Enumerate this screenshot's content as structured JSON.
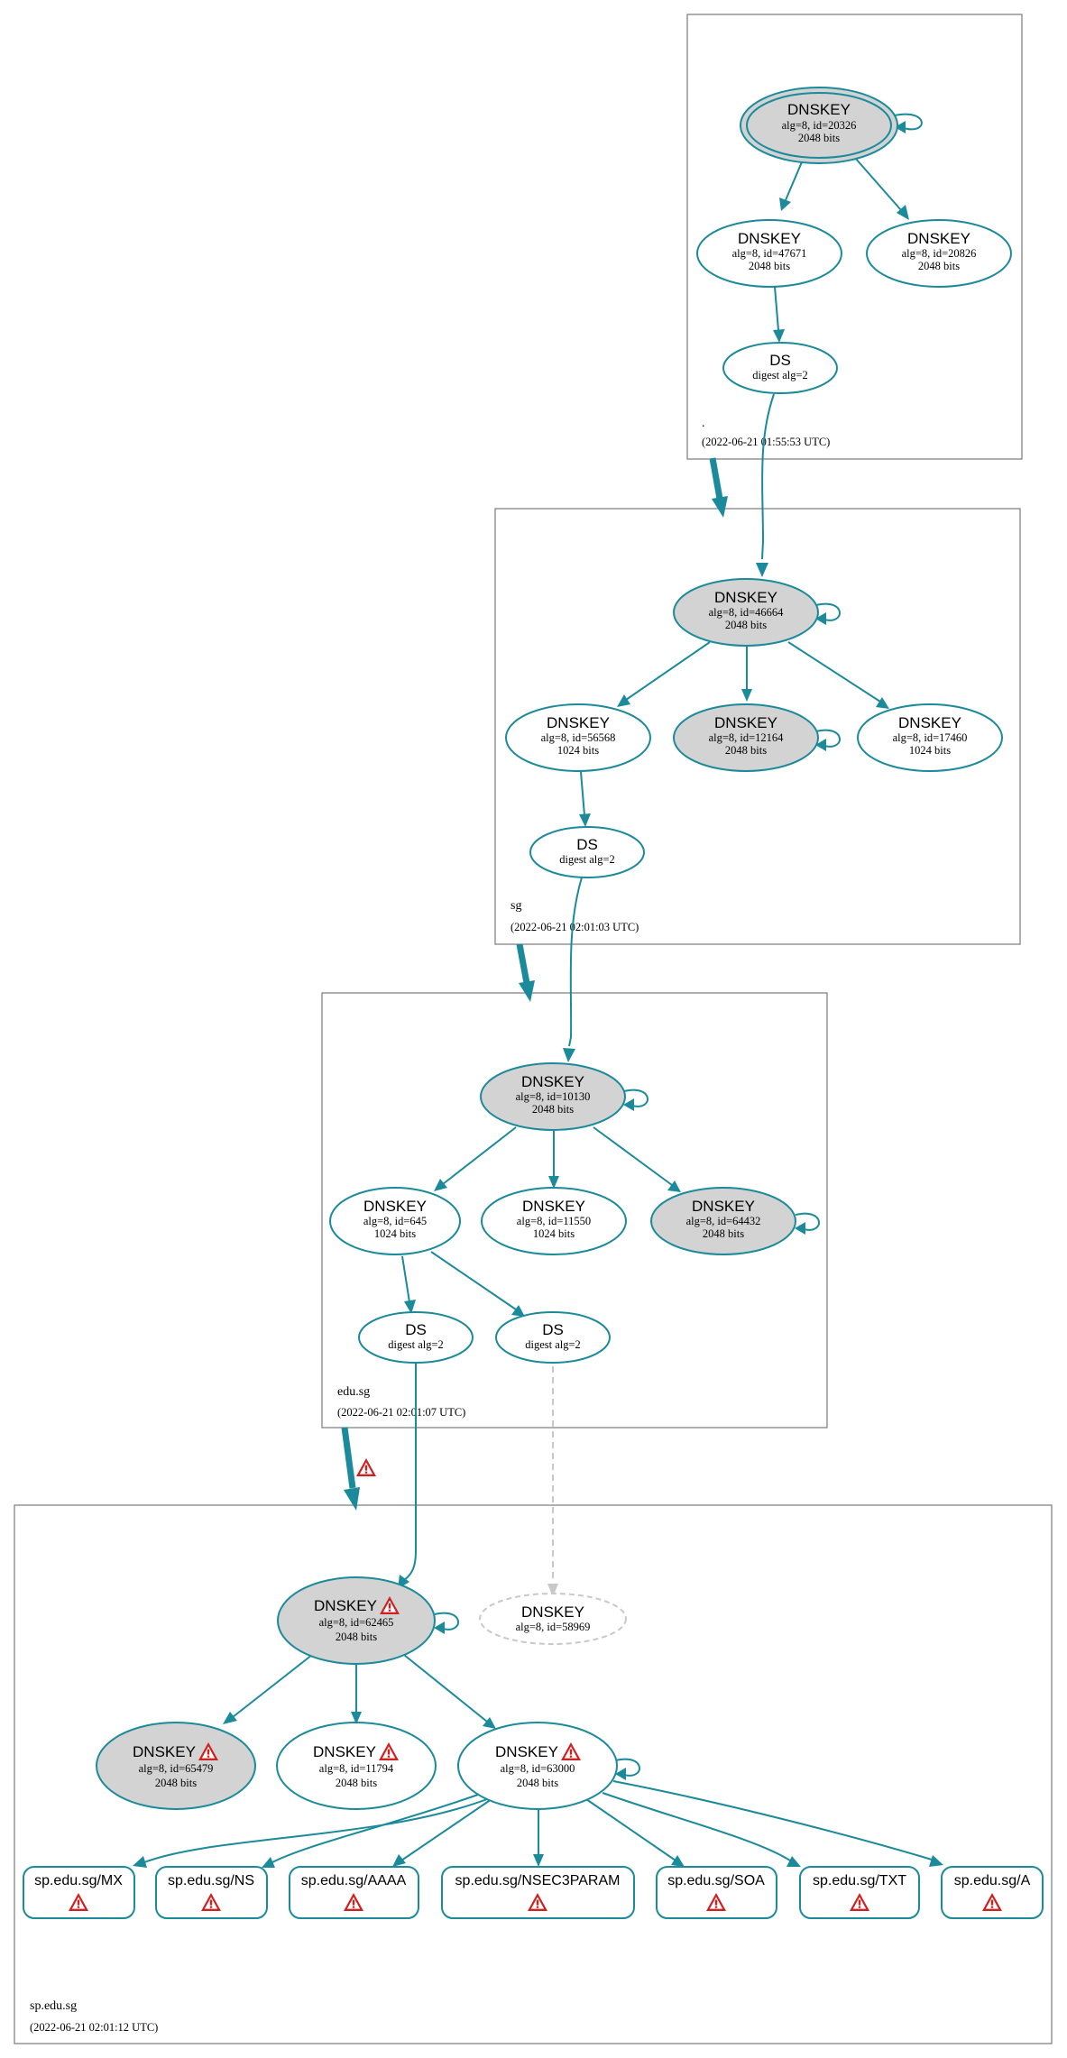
{
  "colors": {
    "edge": "#1b8a9b",
    "ksk_fill": "#d3d3d3",
    "zsk_fill": "#ffffff",
    "missing": "#c8c8c8",
    "warning": "#cc2222",
    "zone_border": "#7a7a7a"
  },
  "warning_icon": "warning-triangle-icon",
  "zones": {
    "root": {
      "name": ".",
      "timestamp": "(2022-06-21 01:55:53 UTC)"
    },
    "sg": {
      "name": "sg",
      "timestamp": "(2022-06-21 02:01:03 UTC)"
    },
    "edu_sg": {
      "name": "edu.sg",
      "timestamp": "(2022-06-21 02:01:07 UTC)"
    },
    "sp_edu_sg": {
      "name": "sp.edu.sg",
      "timestamp": "(2022-06-21 02:01:12 UTC)"
    }
  },
  "nodes": {
    "root_20326": {
      "title": "DNSKEY",
      "line1": "alg=8, id=20326",
      "line2": "2048 bits"
    },
    "root_47671": {
      "title": "DNSKEY",
      "line1": "alg=8, id=47671",
      "line2": "2048 bits"
    },
    "root_20826": {
      "title": "DNSKEY",
      "line1": "alg=8, id=20826",
      "line2": "2048 bits"
    },
    "root_ds": {
      "title": "DS",
      "line1": "digest alg=2"
    },
    "sg_46664": {
      "title": "DNSKEY",
      "line1": "alg=8, id=46664",
      "line2": "2048 bits"
    },
    "sg_56568": {
      "title": "DNSKEY",
      "line1": "alg=8, id=56568",
      "line2": "1024 bits"
    },
    "sg_12164": {
      "title": "DNSKEY",
      "line1": "alg=8, id=12164",
      "line2": "2048 bits"
    },
    "sg_17460": {
      "title": "DNSKEY",
      "line1": "alg=8, id=17460",
      "line2": "1024 bits"
    },
    "sg_ds": {
      "title": "DS",
      "line1": "digest alg=2"
    },
    "edu_10130": {
      "title": "DNSKEY",
      "line1": "alg=8, id=10130",
      "line2": "2048 bits"
    },
    "edu_645": {
      "title": "DNSKEY",
      "line1": "alg=8, id=645",
      "line2": "1024 bits"
    },
    "edu_11550": {
      "title": "DNSKEY",
      "line1": "alg=8, id=11550",
      "line2": "1024 bits"
    },
    "edu_64432": {
      "title": "DNSKEY",
      "line1": "alg=8, id=64432",
      "line2": "2048 bits"
    },
    "edu_ds1": {
      "title": "DS",
      "line1": "digest alg=2"
    },
    "edu_ds2": {
      "title": "DS",
      "line1": "digest alg=2"
    },
    "sp_62465": {
      "title": "DNSKEY",
      "line1": "alg=8, id=62465",
      "line2": "2048 bits"
    },
    "sp_58969": {
      "title": "DNSKEY",
      "line1": "alg=8, id=58969"
    },
    "sp_65479": {
      "title": "DNSKEY",
      "line1": "alg=8, id=65479",
      "line2": "2048 bits"
    },
    "sp_11794": {
      "title": "DNSKEY",
      "line1": "alg=8, id=11794",
      "line2": "2048 bits"
    },
    "sp_63000": {
      "title": "DNSKEY",
      "line1": "alg=8, id=63000",
      "line2": "2048 bits"
    }
  },
  "rrsets": [
    "sp.edu.sg/MX",
    "sp.edu.sg/NS",
    "sp.edu.sg/AAAA",
    "sp.edu.sg/NSEC3PARAM",
    "sp.edu.sg/SOA",
    "sp.edu.sg/TXT",
    "sp.edu.sg/A"
  ]
}
